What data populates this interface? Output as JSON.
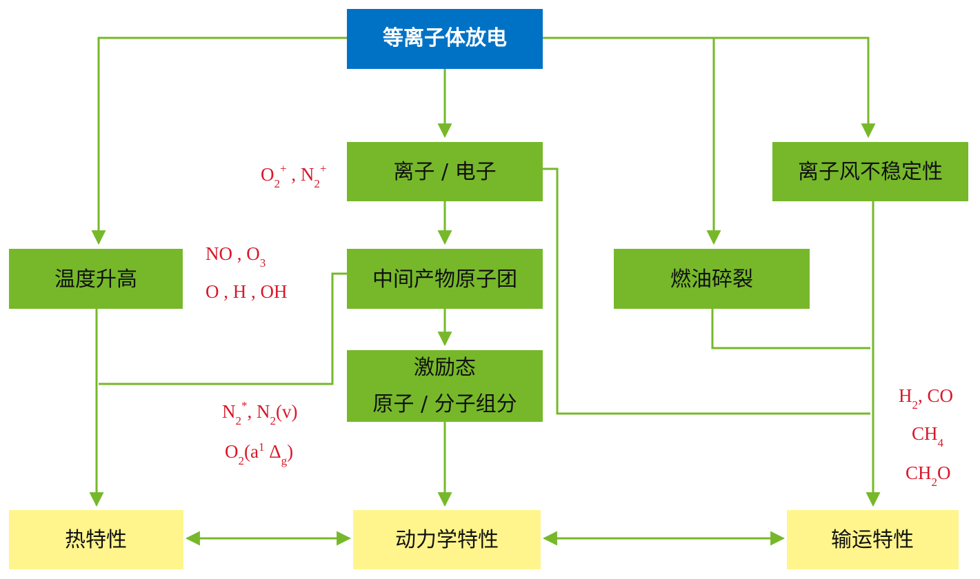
{
  "nodes": {
    "plasma_discharge": "等离子体放电",
    "ions_electrons": "离子 / 电子",
    "ionic_wind": "离子风不稳定性",
    "temperature_rise": "温度升高",
    "intermediate_atoms": "中间产物原子团",
    "fuel_cracking": "燃油碎裂",
    "excited_line1": "激励态",
    "excited_line2": "原子 / 分子组分",
    "thermal": "热特性",
    "kinetic": "动力学特性",
    "transport": "输运特性"
  },
  "species": {
    "ion_o": "O",
    "ion_o_sub": "2",
    "ion_o_sup": "+",
    "ion_sep": " , ",
    "ion_n": "N",
    "ion_n_sub": "2",
    "ion_n_sup": "+",
    "r1": "NO , O",
    "r1_sub": "3",
    "r2": "O , H , OH",
    "ex1_n": "N",
    "ex1_n_sub": "2",
    "ex1_n_sup": "*",
    "ex1_rest": ", N",
    "ex1_rest_sub": "2",
    "ex1_v": "(v)",
    "ex2_o": "O",
    "ex2_o_sub": "2",
    "ex2_a": "(a",
    "ex2_sup": "1",
    "ex2_delta": " Δ",
    "ex2_delta_sub": "g",
    "ex2_close": ")",
    "p1_h": "H",
    "p1_h_sub": "2",
    "p1_co": ", CO",
    "p2_ch": "CH",
    "p2_ch_sub": "4",
    "p3_ch": "CH",
    "p3_ch_sub": "2",
    "p3_o": "O"
  },
  "colors": {
    "top_box": "#0072c6",
    "process_box": "#76b82a",
    "property_box": "#fff58c",
    "edge": "#76b82a",
    "species_text": "#d7182a"
  }
}
